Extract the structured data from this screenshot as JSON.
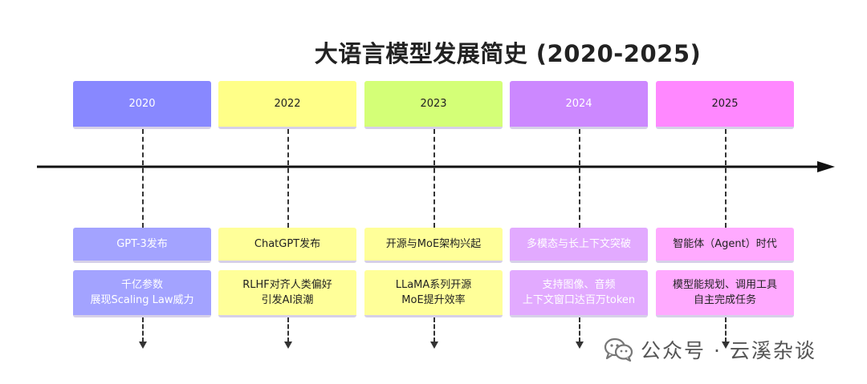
{
  "title": "大语言模型发展简史 (2020-2025)",
  "milestones": [
    {
      "year": "2020",
      "event": "GPT-3发布",
      "detail": "千亿参数\n展现Scaling Law威力",
      "color": "#8888ff",
      "event_color": "#a3a3ff",
      "detail_color": "#a3a3ff",
      "text_light": true
    },
    {
      "year": "2022",
      "event": "ChatGPT发布",
      "detail": "RLHF对齐人类偏好\n引发AI浪潮",
      "color": "#ffff88",
      "event_color": "#ffff99",
      "detail_color": "#ffff99",
      "text_light": false
    },
    {
      "year": "2023",
      "event": "开源与MoE架构兴起",
      "detail": "LLaMA系列开源\nMoE提升效率",
      "color": "#d4ff77",
      "event_color": "#ffff99",
      "detail_color": "#ffff99",
      "text_light": false
    },
    {
      "year": "2024",
      "event": "多模态与长上下文突破",
      "detail": "支持图像、音频\n上下文窗口达百万token",
      "color": "#cc88ff",
      "event_color": "#e2aaff",
      "detail_color": "#e2aaff",
      "text_light": true
    },
    {
      "year": "2025",
      "event": "智能体（Agent）时代",
      "detail": "模型能规划、调用工具\n自主完成任务",
      "color": "#ff88ff",
      "event_color": "#ffaaff",
      "detail_color": "#ffaaff",
      "text_light": false
    }
  ],
  "watermark": {
    "icon": "wechat-icon",
    "text": "公众号 · 云溪杂谈"
  }
}
